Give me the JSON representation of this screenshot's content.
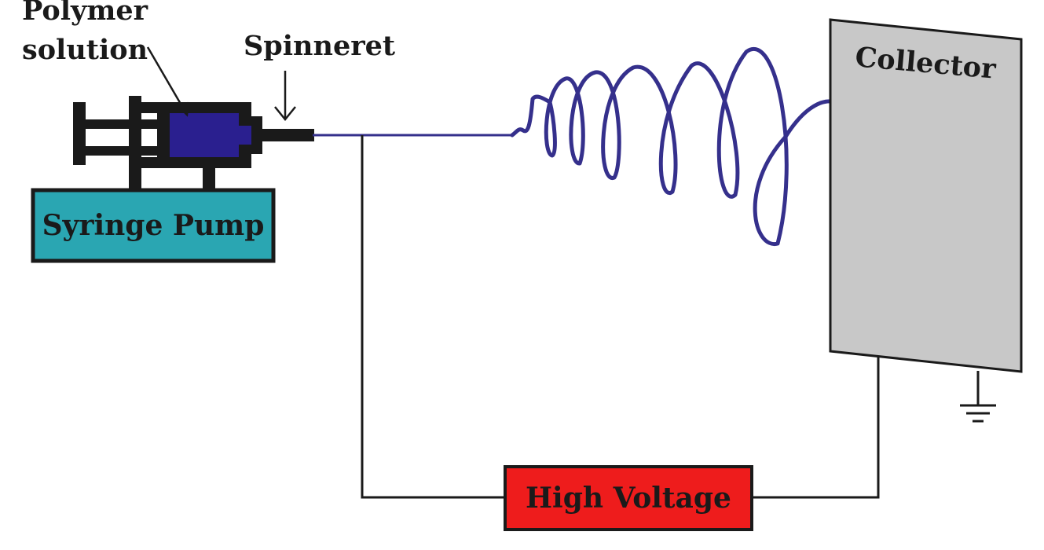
{
  "labels": {
    "polymer_line1": "Polymer",
    "polymer_line2": "solution",
    "spinneret": "Spinneret",
    "collector": "Collector",
    "syringe_pump": "Syringe Pump",
    "high_voltage": "High Voltage"
  },
  "colors": {
    "solution": "#2a1f8f",
    "jet": "#35308c",
    "pump": "#2aa6b2",
    "collector": "#c8c8c8",
    "high_voltage": "#ee1c1c",
    "wire": "#1a1a1a"
  }
}
